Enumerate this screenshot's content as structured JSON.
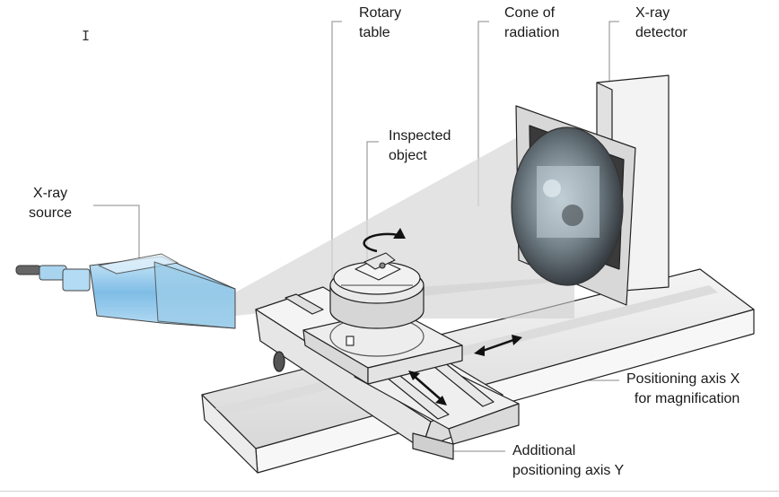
{
  "labels": {
    "rotary_table": [
      "Rotary",
      "table"
    ],
    "cone_of_radiation": [
      "Cone of",
      "radiation"
    ],
    "xray_detector": [
      "X-ray",
      "detector"
    ],
    "inspected_object": [
      "Inspected",
      "object"
    ],
    "xray_source": [
      "X-ray",
      "source"
    ],
    "positioning_axis_x": [
      "Positioning axis X",
      "for magnification"
    ],
    "positioning_axis_y": [
      "Additional",
      "positioning axis Y"
    ]
  },
  "cursor_glyph": "I",
  "colors": {
    "source_blue": "#9fd0ee",
    "source_blue_dark": "#5ea8d8",
    "cone_grey": "#d9d9d9",
    "detector_dark": "#2b2b2b",
    "outline": "#222222",
    "leader": "#888888"
  }
}
